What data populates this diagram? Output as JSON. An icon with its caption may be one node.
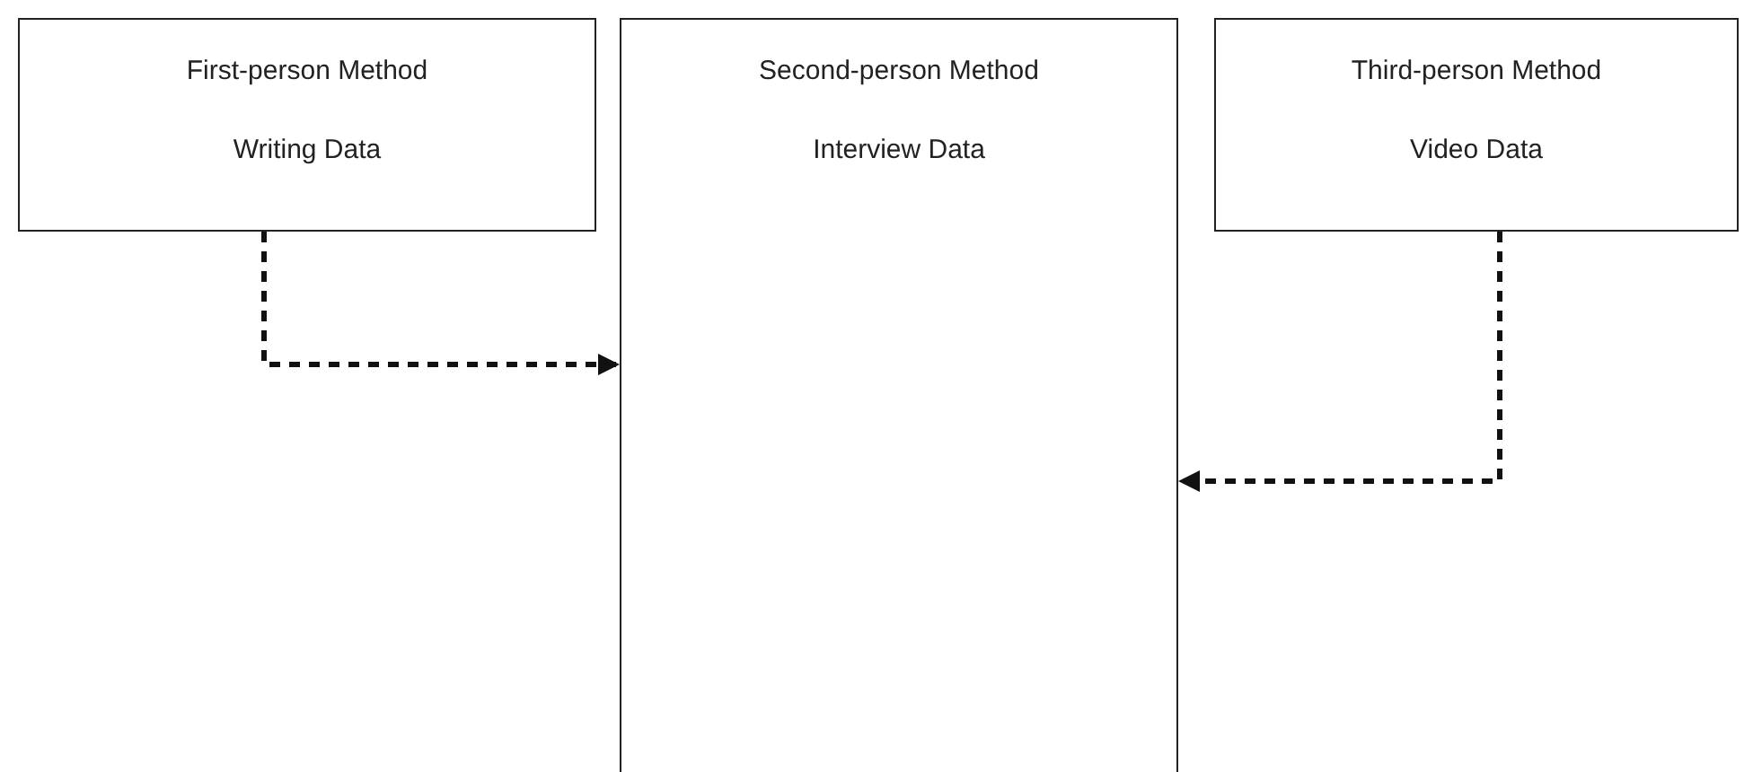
{
  "diagram": {
    "nodes": [
      {
        "text": [
          "First-person Method",
          "Writing Data"
        ]
      },
      {
        "text": [
          "Second-person Method",
          "Interview Data"
        ]
      },
      {
        "text": [
          "Third-person Method",
          "Video Data"
        ]
      }
    ],
    "edges": [
      {
        "from": 0,
        "to": 1,
        "arrow": "to",
        "style": "dashed"
      },
      {
        "from": 2,
        "to": 1,
        "arrow": "to",
        "style": "dashed"
      }
    ]
  }
}
